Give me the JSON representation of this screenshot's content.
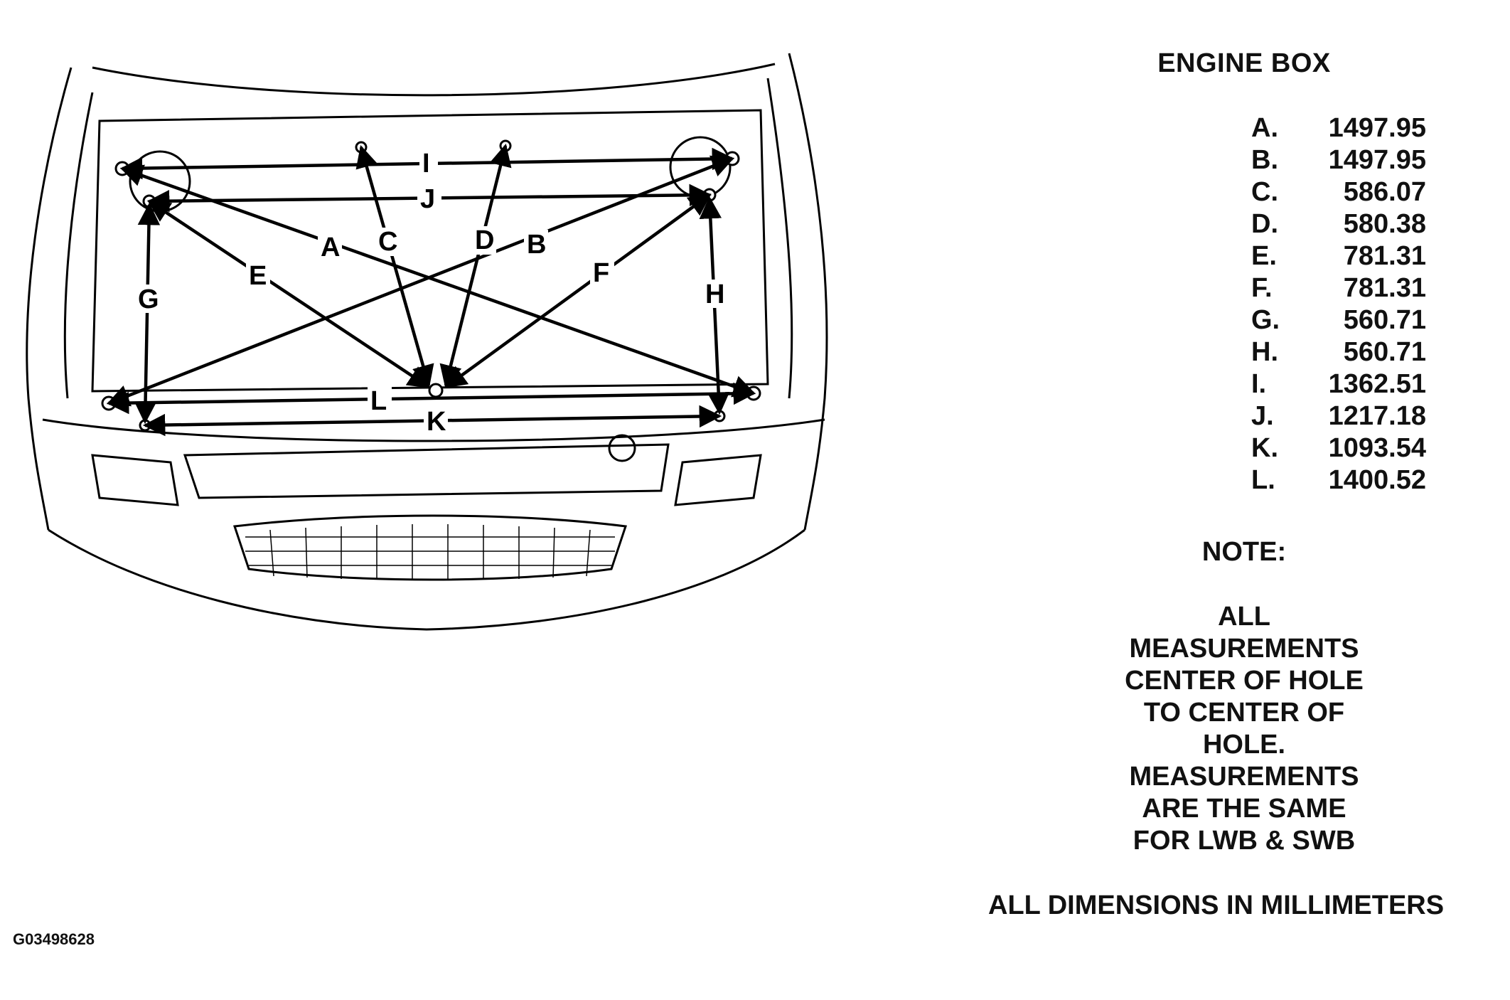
{
  "title": "ENGINE BOX",
  "measurements": [
    {
      "key": "A.",
      "value": "1497.95"
    },
    {
      "key": "B.",
      "value": "1497.95"
    },
    {
      "key": "C.",
      "value": "586.07"
    },
    {
      "key": "D.",
      "value": "580.38"
    },
    {
      "key": "E.",
      "value": "781.31"
    },
    {
      "key": "F.",
      "value": "781.31"
    },
    {
      "key": "G.",
      "value": "560.71"
    },
    {
      "key": "H.",
      "value": "560.71"
    },
    {
      "key": "I.",
      "value": "1362.51"
    },
    {
      "key": "J.",
      "value": "1217.18"
    },
    {
      "key": "K.",
      "value": "1093.54"
    },
    {
      "key": "L.",
      "value": "1400.52"
    }
  ],
  "note": {
    "title": "NOTE:",
    "lines": [
      "ALL",
      "MEASUREMENTS",
      "CENTER OF HOLE",
      "TO CENTER OF",
      "HOLE.",
      "MEASUREMENTS",
      "ARE THE SAME",
      "FOR LWB & SWB"
    ]
  },
  "footer": "ALL DIMENSIONS IN MILLIMETERS",
  "figure_id": "G03498628",
  "diagram_labels": [
    "A",
    "B",
    "C",
    "D",
    "E",
    "F",
    "G",
    "H",
    "I",
    "J",
    "K",
    "L"
  ]
}
